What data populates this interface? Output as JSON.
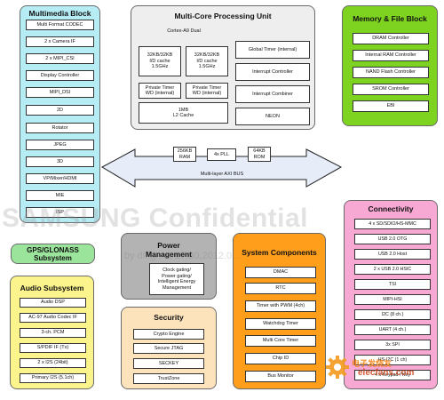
{
  "multimedia": {
    "title": "Multimedia Block",
    "items": [
      "Multi Format CODEC",
      "2 x Camera IF",
      "2 x MIPI_CSI",
      "Display Controller",
      "MIPI_DSI",
      "2D",
      "Rotator",
      "JPEG",
      "3D",
      "VP/Mixer/HDMI",
      "MIE",
      "ISP"
    ]
  },
  "cpu": {
    "title": "Multi-Core Processing Unit",
    "cortex_label": "Cortex-A9 Dual",
    "cache1": [
      "32KB/32KB",
      "I/D cache",
      "1.5GHz"
    ],
    "cache2": [
      "32KB/32KB",
      "I/D cache",
      "1.5GHz"
    ],
    "timer1": [
      "Private Timer",
      "WD (internal)"
    ],
    "timer2": [
      "Private Timer",
      "WD (internal)"
    ],
    "l2": [
      "1MB",
      "L2 Cache"
    ],
    "right_items": [
      "Global Timer (internal)",
      "Interrupt Controller",
      "Interrupt Combiner",
      "NEON"
    ]
  },
  "memory": {
    "title": "Memory & File Block",
    "items": [
      "DRAM Controller",
      "Internal RAM Controller",
      "NAND Flash Controller",
      "SROM Controller",
      "EBI"
    ]
  },
  "bus": {
    "ram": [
      "256KB",
      "RAM"
    ],
    "pll": "4x PLL",
    "rom": [
      "64KB",
      "ROM"
    ],
    "label": "Multi-layer AXI BUS"
  },
  "gps": {
    "title": [
      "GPS/GLONASS",
      "Subsystem"
    ]
  },
  "audio": {
    "title": "Audio Subsystem",
    "items": [
      "Audio DSP",
      "AC-97 Audio Codec IF",
      "3-ch. PCM",
      "S/PDIF IF (Tx)",
      "2 x I2S (24bit)",
      "Primary I2S (5.1ch)"
    ]
  },
  "power": {
    "title": [
      "Power",
      "Management"
    ],
    "items": [
      "Clock gating/",
      "Power gating/",
      "Intelligent Energy",
      "Management"
    ]
  },
  "security": {
    "title": "Security",
    "items": [
      "Crypto Engine",
      "Secure JTAG",
      "SECKEY",
      "TrustZone"
    ]
  },
  "system": {
    "title": "System Components",
    "items": [
      "DMAC",
      "RTC",
      "Timer with PWM (4ch)",
      "Watchdog Timer",
      "Multi Core Timer",
      "Chip ID",
      "Bus Monitor"
    ]
  },
  "connectivity": {
    "title": "Connectivity",
    "items": [
      "4 x SD/SDIO/HS-MMC",
      "USB 2.0 OTG",
      "USB 2.0 Host",
      "2 x USB 2.0 HSIC",
      "TSI",
      "MIPI-HSI",
      "I2C (8 ch.)",
      "UART (4 ch.)",
      "3x SPI",
      "HS-I2C (1 ch)",
      "4 x Keypad / Key"
    ]
  },
  "watermark": {
    "main": "SAMSUNG Confidential",
    "sub": "by ding...at 17:30,2012.0...",
    "site_cn": "电子发烧友",
    "site": "elecfans.com"
  },
  "colors": {
    "multimedia": "#b6ecf4",
    "cpu": "#eeeeee",
    "memory": "#7ed321",
    "gps": "#9be49b",
    "audio": "#fbf48c",
    "power": "#b3b3b3",
    "security": "#fde3bc",
    "system": "#ff9e1b",
    "connectivity": "#f7a8d3",
    "bus_arrow": "#e6ecf8"
  }
}
